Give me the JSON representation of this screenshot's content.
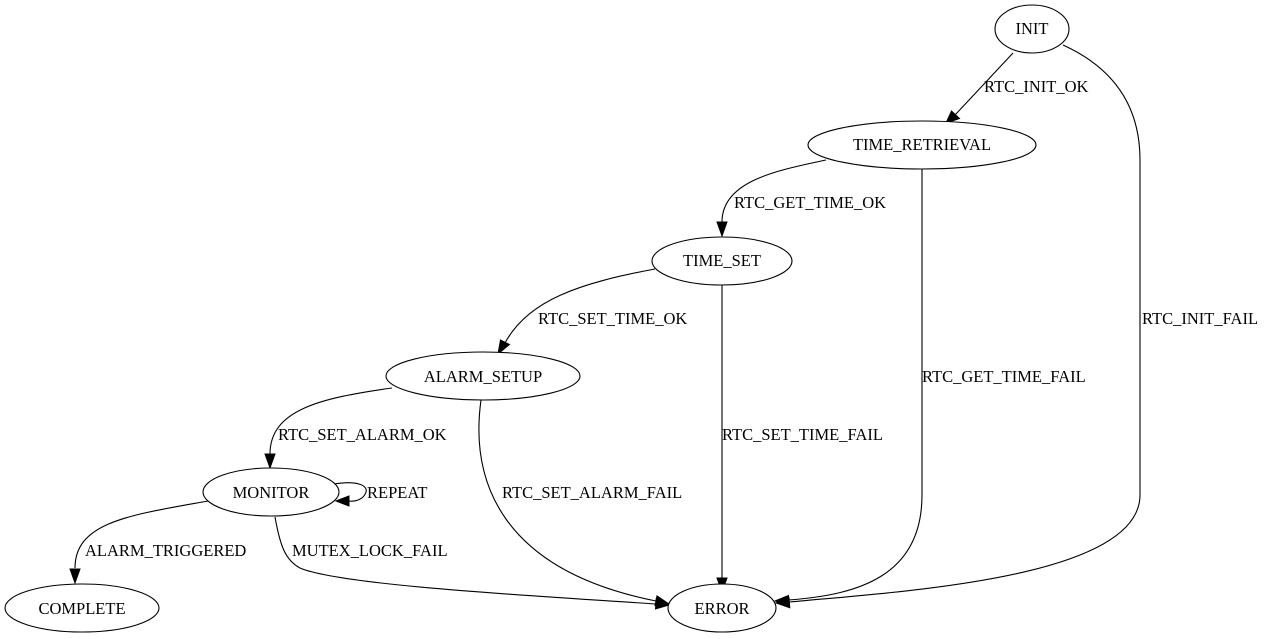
{
  "diagram": {
    "type": "state-machine",
    "nodes": {
      "init": "INIT",
      "time_retrieval": "TIME_RETRIEVAL",
      "time_set": "TIME_SET",
      "alarm_setup": "ALARM_SETUP",
      "monitor": "MONITOR",
      "complete": "COMPLETE",
      "error": "ERROR"
    },
    "edges": {
      "rtc_init_ok": "RTC_INIT_OK",
      "rtc_init_fail": "RTC_INIT_FAIL",
      "rtc_get_time_ok": "RTC_GET_TIME_OK",
      "rtc_get_time_fail": "RTC_GET_TIME_FAIL",
      "rtc_set_time_ok": "RTC_SET_TIME_OK",
      "rtc_set_time_fail": "RTC_SET_TIME_FAIL",
      "rtc_set_alarm_ok": "RTC_SET_ALARM_OK",
      "rtc_set_alarm_fail": "RTC_SET_ALARM_FAIL",
      "repeat": "REPEAT",
      "alarm_triggered": "ALARM_TRIGGERED",
      "mutex_lock_fail": "MUTEX_LOCK_FAIL"
    },
    "transitions": [
      {
        "from": "INIT",
        "to": "TIME_RETRIEVAL",
        "label": "RTC_INIT_OK"
      },
      {
        "from": "INIT",
        "to": "ERROR",
        "label": "RTC_INIT_FAIL"
      },
      {
        "from": "TIME_RETRIEVAL",
        "to": "TIME_SET",
        "label": "RTC_GET_TIME_OK"
      },
      {
        "from": "TIME_RETRIEVAL",
        "to": "ERROR",
        "label": "RTC_GET_TIME_FAIL"
      },
      {
        "from": "TIME_SET",
        "to": "ALARM_SETUP",
        "label": "RTC_SET_TIME_OK"
      },
      {
        "from": "TIME_SET",
        "to": "ERROR",
        "label": "RTC_SET_TIME_FAIL"
      },
      {
        "from": "ALARM_SETUP",
        "to": "MONITOR",
        "label": "RTC_SET_ALARM_OK"
      },
      {
        "from": "ALARM_SETUP",
        "to": "ERROR",
        "label": "RTC_SET_ALARM_FAIL"
      },
      {
        "from": "MONITOR",
        "to": "MONITOR",
        "label": "REPEAT"
      },
      {
        "from": "MONITOR",
        "to": "COMPLETE",
        "label": "ALARM_TRIGGERED"
      },
      {
        "from": "MONITOR",
        "to": "ERROR",
        "label": "MUTEX_LOCK_FAIL"
      }
    ]
  }
}
